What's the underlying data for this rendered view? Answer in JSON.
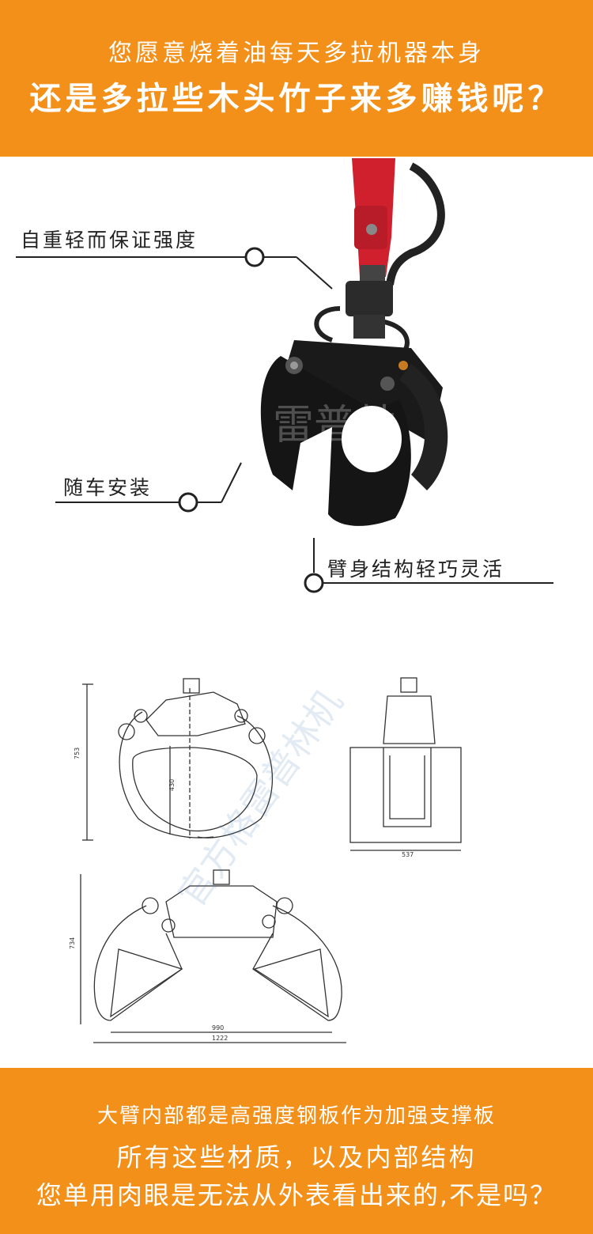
{
  "header": {
    "line1": "您愿意烧着油每天多拉机器本身",
    "line2": "还是多拉些木头竹子来多赚钱呢？"
  },
  "callouts": {
    "light_weight": "自重轻而保证强度",
    "vehicle_mount": "随车安装",
    "compact_arm": "臂身结构轻巧灵活"
  },
  "watermark": {
    "photo": "雷普林",
    "drawing": "官方格雷普林机"
  },
  "drawing_dims": {
    "height_closed": "753",
    "inner": "430",
    "width_side": "537",
    "height_open": "734",
    "inner_open": "990",
    "width_open": "1222"
  },
  "footer": {
    "line1": "大臂内部都是高强度钢板作为加强支撑板",
    "line2": "所有这些材质，以及内部结构",
    "line3": "您单用肉眼是无法从外表看出来的,不是吗？"
  },
  "colors": {
    "banner": "#f39019",
    "arm_red": "#d0202d",
    "grapple_black": "#1a1a1a"
  }
}
